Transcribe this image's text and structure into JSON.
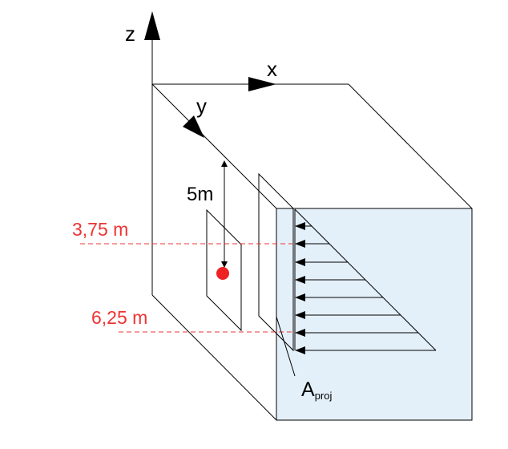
{
  "axes": {
    "z_label": "z",
    "x_label": "x",
    "y_label": "y"
  },
  "dimension": {
    "depth_label": "5m"
  },
  "levels": {
    "top_label": "3,75 m",
    "bottom_label": "6,25 m",
    "color": "#ee3333"
  },
  "projected_area": {
    "label_main": "A",
    "label_sub": "proj"
  },
  "pressure_arrow_count": 8,
  "colors": {
    "face_fill": "#e4f0f9",
    "line": "#000000",
    "centroid": "#ee2222"
  }
}
